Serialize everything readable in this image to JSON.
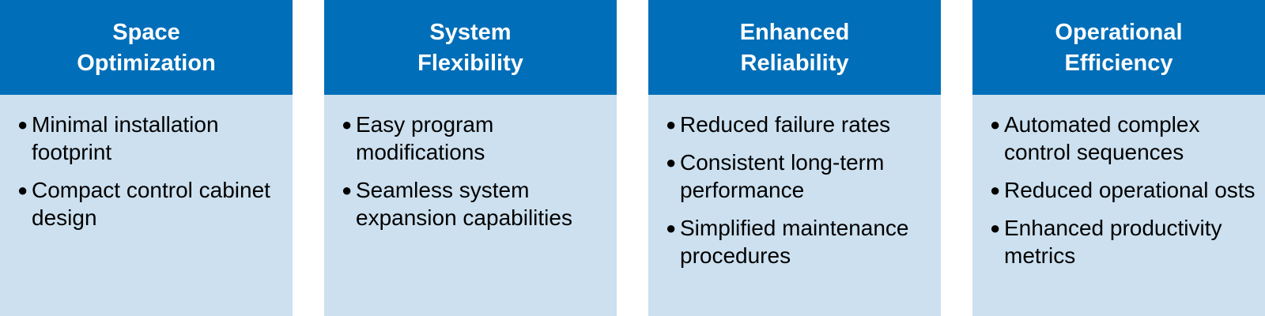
{
  "colors": {
    "header_bg": "#006eb8",
    "body_bg": "#cce0ef",
    "header_text": "#ffffff",
    "body_text": "#000000"
  },
  "bullet_icon": "●",
  "columns": [
    {
      "title_lines": [
        "Space",
        "Optimization"
      ],
      "items": [
        "Minimal installation footprint",
        "Compact control cabinet design"
      ]
    },
    {
      "title_lines": [
        "System",
        "Flexibility"
      ],
      "items": [
        "Easy program modifications",
        "Seamless system expansion capabilities"
      ]
    },
    {
      "title_lines": [
        "Enhanced",
        "Reliability"
      ],
      "items": [
        "Reduced failure rates",
        "Consistent long-term performance",
        "Simplified maintenance procedures"
      ]
    },
    {
      "title_lines": [
        "Operational",
        "Efficiency"
      ],
      "items": [
        "Automated complex control sequences",
        "Reduced operational osts",
        "Enhanced productivity metrics"
      ]
    }
  ]
}
